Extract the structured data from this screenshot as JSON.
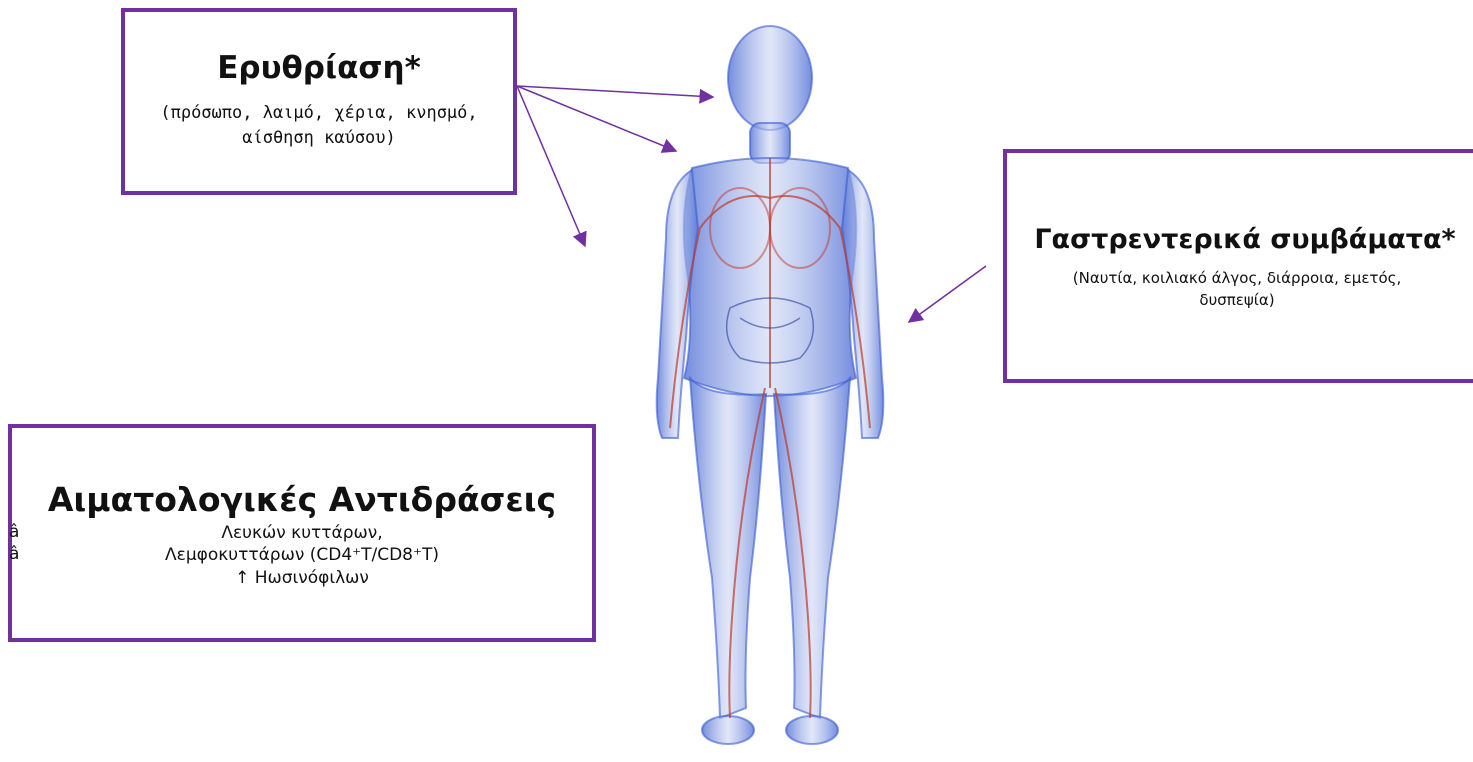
{
  "erythema": {
    "title": "Ερυθρίαση*",
    "subtitle_line1": "(πρόσωπο, λαιμό, χέρια, κνησμό,",
    "subtitle_line2": "αίσθηση καύσου)"
  },
  "gastro": {
    "title": "Γαστρεντερικά συμβάματα*",
    "subtitle_line1": "(Ναυτία, κοιλιακό άλγος, διάρροια, εμετός,",
    "subtitle_line2": "δυσπεψία)"
  },
  "hematologic": {
    "title": "Αιματολογικές Αντιδράσεις",
    "bullet_glyph": "â",
    "items": [
      "Λευκών κυττάρων,",
      "Λεμφοκυττάρων (CD4⁺T/CD8⁺T)",
      "↑ Ηωσινόφιλων"
    ]
  },
  "colors": {
    "box_border": "#7030a0",
    "arrow": "#7030a0",
    "vein_blue": "#3a5bd0",
    "artery_red": "#c0392b"
  },
  "figure": "human-body-circulatory-system"
}
